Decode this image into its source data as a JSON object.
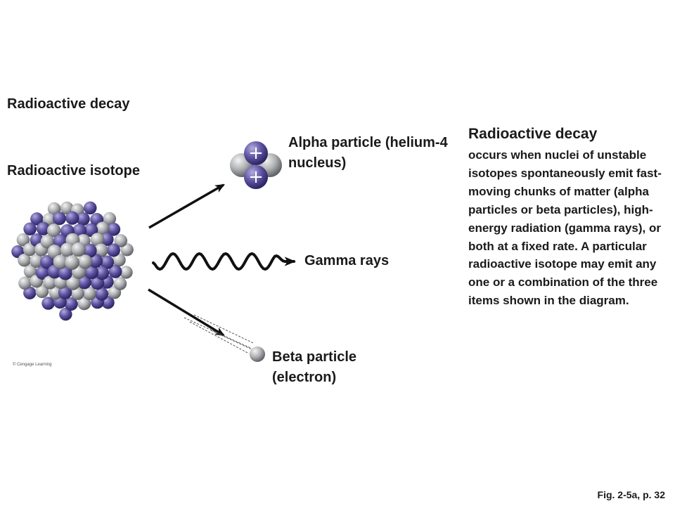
{
  "heading": "Radioactive decay",
  "isotope_label": "Radioactive isotope",
  "alpha_label": "Alpha particle (helium-4 nucleus)",
  "alpha_charge_symbol": "+",
  "gamma_label": "Gamma rays",
  "beta_label": "Beta particle (electron)",
  "description": {
    "title": "Radioactive decay",
    "body": "occurs when nuclei of unstable isotopes spontaneously emit fast-moving chunks of matter (alpha particles or beta particles), high-energy radiation (gamma rays), or both at a fixed rate. A particular radioactive isotope may emit any one or a combination of the three items shown in the diagram."
  },
  "copyright": "© Cengage Learning",
  "figure_ref": "Fig. 2-5a, p. 32",
  "colors": {
    "proton": "#5a4f99",
    "neutron": "#a7a9ac",
    "arrow": "#111111"
  }
}
